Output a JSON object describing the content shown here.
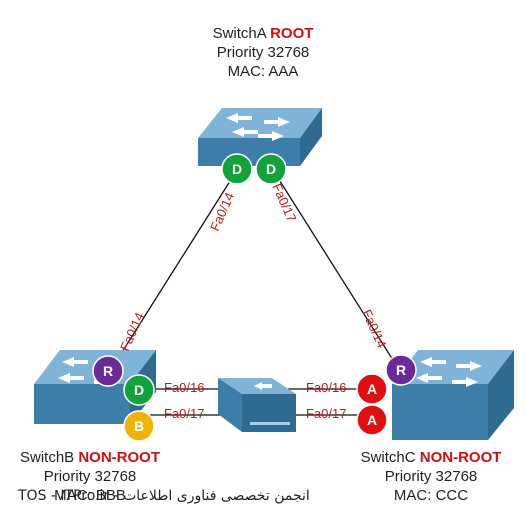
{
  "switches": {
    "a": {
      "name": "SwitchA",
      "role": "ROOT",
      "priority": "Priority 32768",
      "mac": "MAC: AAA"
    },
    "b": {
      "name": "SwitchB",
      "role": "NON-ROOT",
      "priority": "Priority 32768",
      "mac": "MAC: BBB"
    },
    "c": {
      "name": "SwitchC",
      "role": "NON-ROOT",
      "priority": "Priority 32768",
      "mac": "MAC: CCC"
    }
  },
  "ports": {
    "a_left": "Fa0/14",
    "a_right": "Fa0/17",
    "b_top": "Fa0/14",
    "c_top": "Fa0/14",
    "b_hub_top": "Fa0/16",
    "b_hub_bottom": "Fa0/17",
    "c_hub_top": "Fa0/16",
    "c_hub_bottom": "Fa0/17"
  },
  "badges": {
    "a_left": "D",
    "a_right": "D",
    "b_root": "R",
    "b_desig": "D",
    "b_block": "B",
    "c_root": "R",
    "c_alt1": "A",
    "c_alt2": "A"
  },
  "colors": {
    "designated": "#11a33a",
    "root_port": "#6a2a9a",
    "blocked": "#f0b400",
    "alternate": "#e01010",
    "switch_top": "#7fb4d8",
    "switch_side": "#3c7ea8"
  },
  "watermark": "TOS - ITPro.ir - انجمن تخصصی فناوری اطلاعات"
}
